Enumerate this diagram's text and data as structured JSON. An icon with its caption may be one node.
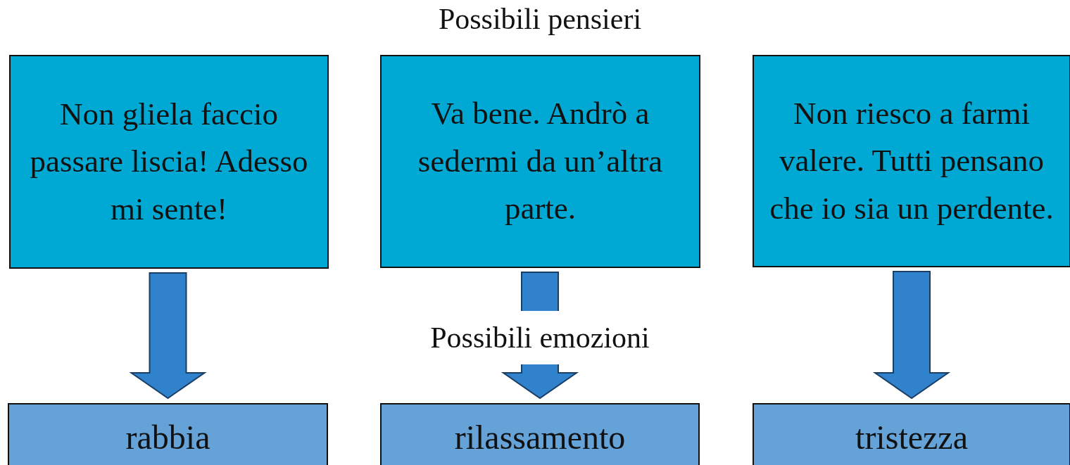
{
  "diagram": {
    "title": "Possibili pensieri",
    "nodes": [
      {
        "text": [
          "Non gliela faccio passare liscia! Adesso mi sente!"
        ]
      },
      {
        "text": [
          "Va bene. Andrò a sedermi da un’altra parte."
        ]
      },
      {
        "text": [
          "Non riesco a farmi valere. Tutti pensano che io sia un perdente."
        ]
      },
      {
        "text": [
          "rabbia"
        ]
      },
      {
        "text": [
          "rilassamento"
        ]
      },
      {
        "text": [
          "tristezza"
        ]
      }
    ],
    "edges": [
      {
        "from": 0,
        "to": 3,
        "arrow": "to"
      },
      {
        "from": 1,
        "to": 4,
        "arrow": "to"
      },
      {
        "from": 2,
        "to": 5,
        "arrow": "to"
      }
    ],
    "labels": [
      "Possibili emozioni"
    ]
  }
}
